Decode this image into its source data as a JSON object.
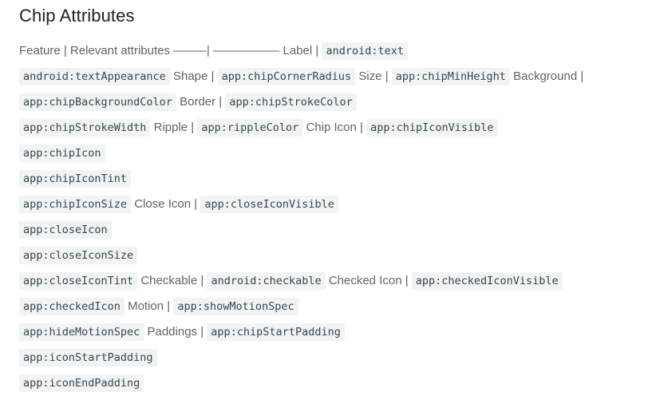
{
  "header": {
    "title": "Chip Attributes"
  },
  "colors": {
    "background": "#ffffff",
    "title_text": "#212121",
    "body_text": "#5f6368",
    "code_text": "#37474f",
    "code_background": "#f1f3f4"
  },
  "content": {
    "lines": [
      {
        "tokens": [
          {
            "type": "text",
            "value": "Feature | Relevant attributes –––––| –––––––––– Label |"
          },
          {
            "type": "code",
            "value": "android:text"
          }
        ]
      },
      {
        "tokens": [
          {
            "type": "code",
            "value": "android:textAppearance"
          },
          {
            "type": "text",
            "value": "Shape |"
          },
          {
            "type": "code",
            "value": "app:chipCornerRadius"
          },
          {
            "type": "text",
            "value": "Size |"
          },
          {
            "type": "code",
            "value": "app:chipMinHeight"
          },
          {
            "type": "text",
            "value": "Background |"
          }
        ]
      },
      {
        "tokens": [
          {
            "type": "code",
            "value": "app:chipBackgroundColor"
          },
          {
            "type": "text",
            "value": "Border |"
          },
          {
            "type": "code",
            "value": "app:chipStrokeColor"
          }
        ]
      },
      {
        "tokens": [
          {
            "type": "code",
            "value": "app:chipStrokeWidth"
          },
          {
            "type": "text",
            "value": "Ripple |"
          },
          {
            "type": "code",
            "value": "app:rippleColor"
          },
          {
            "type": "text",
            "value": "Chip Icon |"
          },
          {
            "type": "code",
            "value": "app:chipIconVisible"
          }
        ]
      },
      {
        "tokens": [
          {
            "type": "code",
            "value": "app:chipIcon"
          }
        ]
      },
      {
        "tokens": [
          {
            "type": "code",
            "value": "app:chipIconTint"
          }
        ]
      },
      {
        "tokens": [
          {
            "type": "code",
            "value": "app:chipIconSize"
          },
          {
            "type": "text",
            "value": "Close Icon |"
          },
          {
            "type": "code",
            "value": "app:closeIconVisible"
          }
        ]
      },
      {
        "tokens": [
          {
            "type": "code",
            "value": "app:closeIcon"
          }
        ]
      },
      {
        "tokens": [
          {
            "type": "code",
            "value": "app:closeIconSize"
          }
        ]
      },
      {
        "tokens": [
          {
            "type": "code",
            "value": "app:closeIconTint"
          },
          {
            "type": "text",
            "value": "Checkable |"
          },
          {
            "type": "code",
            "value": "android:checkable"
          },
          {
            "type": "text",
            "value": "Checked Icon |"
          },
          {
            "type": "code",
            "value": "app:checkedIconVisible"
          }
        ]
      },
      {
        "tokens": [
          {
            "type": "code",
            "value": "app:checkedIcon"
          },
          {
            "type": "text",
            "value": "Motion |"
          },
          {
            "type": "code",
            "value": "app:showMotionSpec"
          }
        ]
      },
      {
        "tokens": [
          {
            "type": "code",
            "value": "app:hideMotionSpec"
          },
          {
            "type": "text",
            "value": "Paddings |"
          },
          {
            "type": "code",
            "value": "app:chipStartPadding"
          }
        ]
      },
      {
        "tokens": [
          {
            "type": "code",
            "value": "app:iconStartPadding"
          }
        ]
      },
      {
        "tokens": [
          {
            "type": "code",
            "value": "app:iconEndPadding"
          }
        ]
      }
    ]
  }
}
